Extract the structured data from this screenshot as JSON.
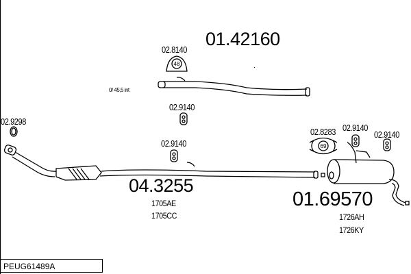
{
  "title_part": "01.42160",
  "note": "0/  45,5 int",
  "dot": ".",
  "clamps": {
    "top_clamp": {
      "part": "02.8140",
      "size": "48"
    },
    "mid_clamp": {
      "part": "02.9140"
    },
    "ring": {
      "part": "02.9298"
    },
    "front_clamp": {
      "part": "02.9140"
    },
    "rear_clamp": {
      "part": "02.8283",
      "size": "69"
    },
    "rear_hanger1": {
      "part": "02.9140"
    },
    "rear_hanger2": {
      "part": "02.9140"
    }
  },
  "front_pipe": {
    "part": "04.3255",
    "oem": [
      "1705AE",
      "1705CC"
    ]
  },
  "rear_muffler": {
    "part": "01.69570",
    "oem": [
      "1726AH",
      "1726KY"
    ]
  },
  "reference": "PEUG61489A"
}
